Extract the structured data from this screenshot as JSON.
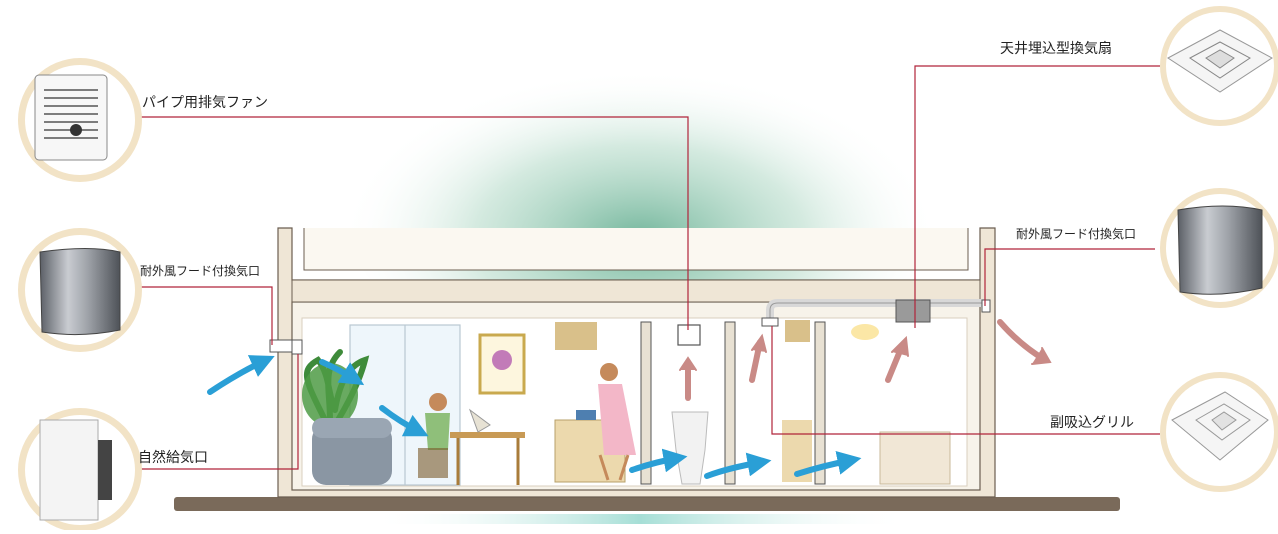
{
  "labels": {
    "pipe_fan": "パイプ用排気ファン",
    "hood_left": "耐外風フード付換気口",
    "natural_inlet": "自然給気口",
    "ceiling_fan": "天井埋込型換気扇",
    "hood_right": "耐外風フード付換気口",
    "sub_grille": "副吸込グリル"
  },
  "colors": {
    "leader_line": "#b0243a",
    "airflow_fresh": "#2a9fd6",
    "airflow_exhaust": "#c98a86",
    "wall": "#efe6d6",
    "wall_outline": "#6b5e50",
    "glow": "#7fbfa3",
    "thumb_ring": "#f2e3c6",
    "ground": "#7a6a5a"
  },
  "icons": [
    "pipe-fan-product-icon",
    "hood-vent-left-product-icon",
    "natural-inlet-product-icon",
    "ceiling-fan-product-icon",
    "hood-vent-right-product-icon",
    "sub-grille-product-icon"
  ]
}
